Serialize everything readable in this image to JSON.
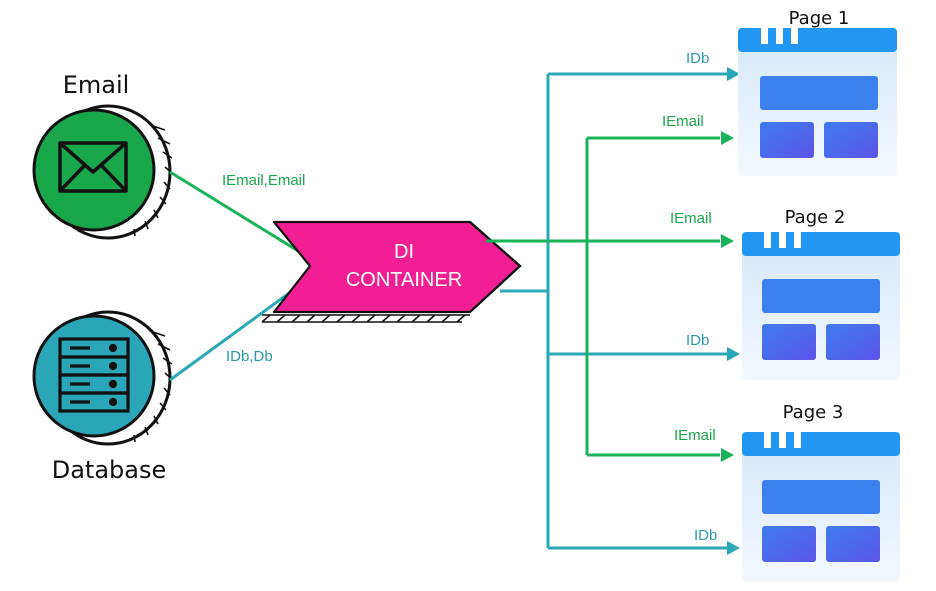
{
  "nodes": {
    "email": {
      "label": "Email",
      "color": "#1aa64a",
      "icon": "envelope-icon"
    },
    "database": {
      "label": "Database",
      "color": "#2ba6b8",
      "icon": "server-icon"
    },
    "container": {
      "line1": "DI",
      "line2": "CONTAINER",
      "color": "#f21e93"
    },
    "pages": [
      {
        "label": "Page 1"
      },
      {
        "label": "Page 2"
      },
      {
        "label": "Page 3"
      }
    ]
  },
  "edges": {
    "email_in": "IEmail,Email",
    "db_in": "IDb,Db",
    "page1_db": "IDb",
    "page1_email": "IEmail",
    "page2_email": "IEmail",
    "page2_db": "IDb",
    "page3_email": "IEmail",
    "page3_db": "IDb"
  },
  "colors": {
    "email_line": "#1ab35a",
    "db_line": "#2ba8b5",
    "page_header": "#2196f3",
    "page_body": "#e6f1fd",
    "page_block": "#4d61ee"
  }
}
